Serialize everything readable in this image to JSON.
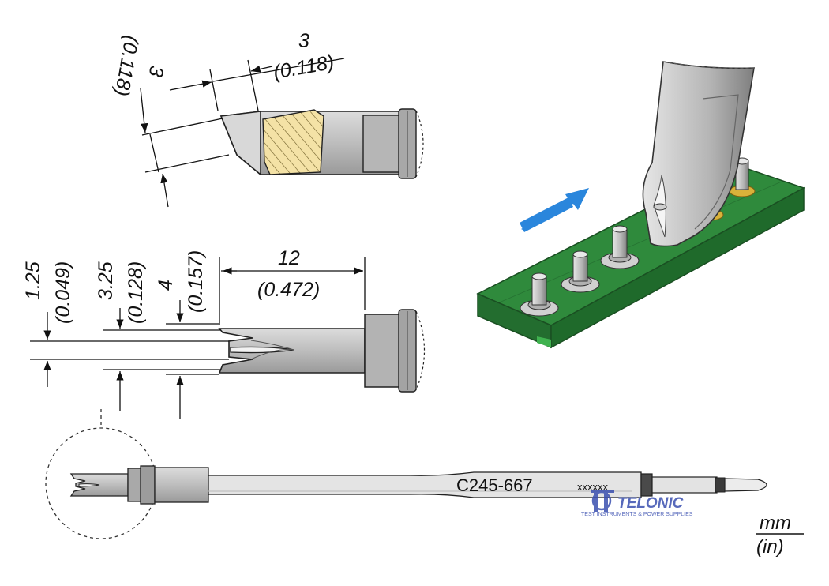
{
  "top_view": {
    "dim_width_mm": "3",
    "dim_width_in": "(0.118)",
    "dim_height_mm": "3",
    "dim_height_in": "(0.118)"
  },
  "side_view": {
    "dim_length_mm": "12",
    "dim_length_in": "(0.472)",
    "dim_a_mm": "1.25",
    "dim_a_in": "(0.049)",
    "dim_b_mm": "3.25",
    "dim_b_in": "(0.128)",
    "dim_c_mm": "4",
    "dim_c_in": "(0.157)"
  },
  "cartridge": {
    "model": "C245-667",
    "serial": "xxxxxx"
  },
  "watermark": {
    "brand": "TELONIC",
    "tagline": "TEST INSTRUMENTS & POWER SUPPLIES"
  },
  "units": {
    "primary": "mm",
    "secondary": "(in)"
  },
  "colors": {
    "tip_fill": "#c9c9c9",
    "hatch_fill": "#f4e2a6",
    "pcb_green": "#2f8a3c",
    "pcb_green_dark": "#1f6a2b",
    "arrow_blue": "#2a86dc",
    "pad_gold": "#d9b23a",
    "watermark_blue": "#3a4fb0"
  },
  "icons": {
    "direction_arrow": "arrow-up-right-icon",
    "brand_logo": "telonic-logo-icon"
  }
}
